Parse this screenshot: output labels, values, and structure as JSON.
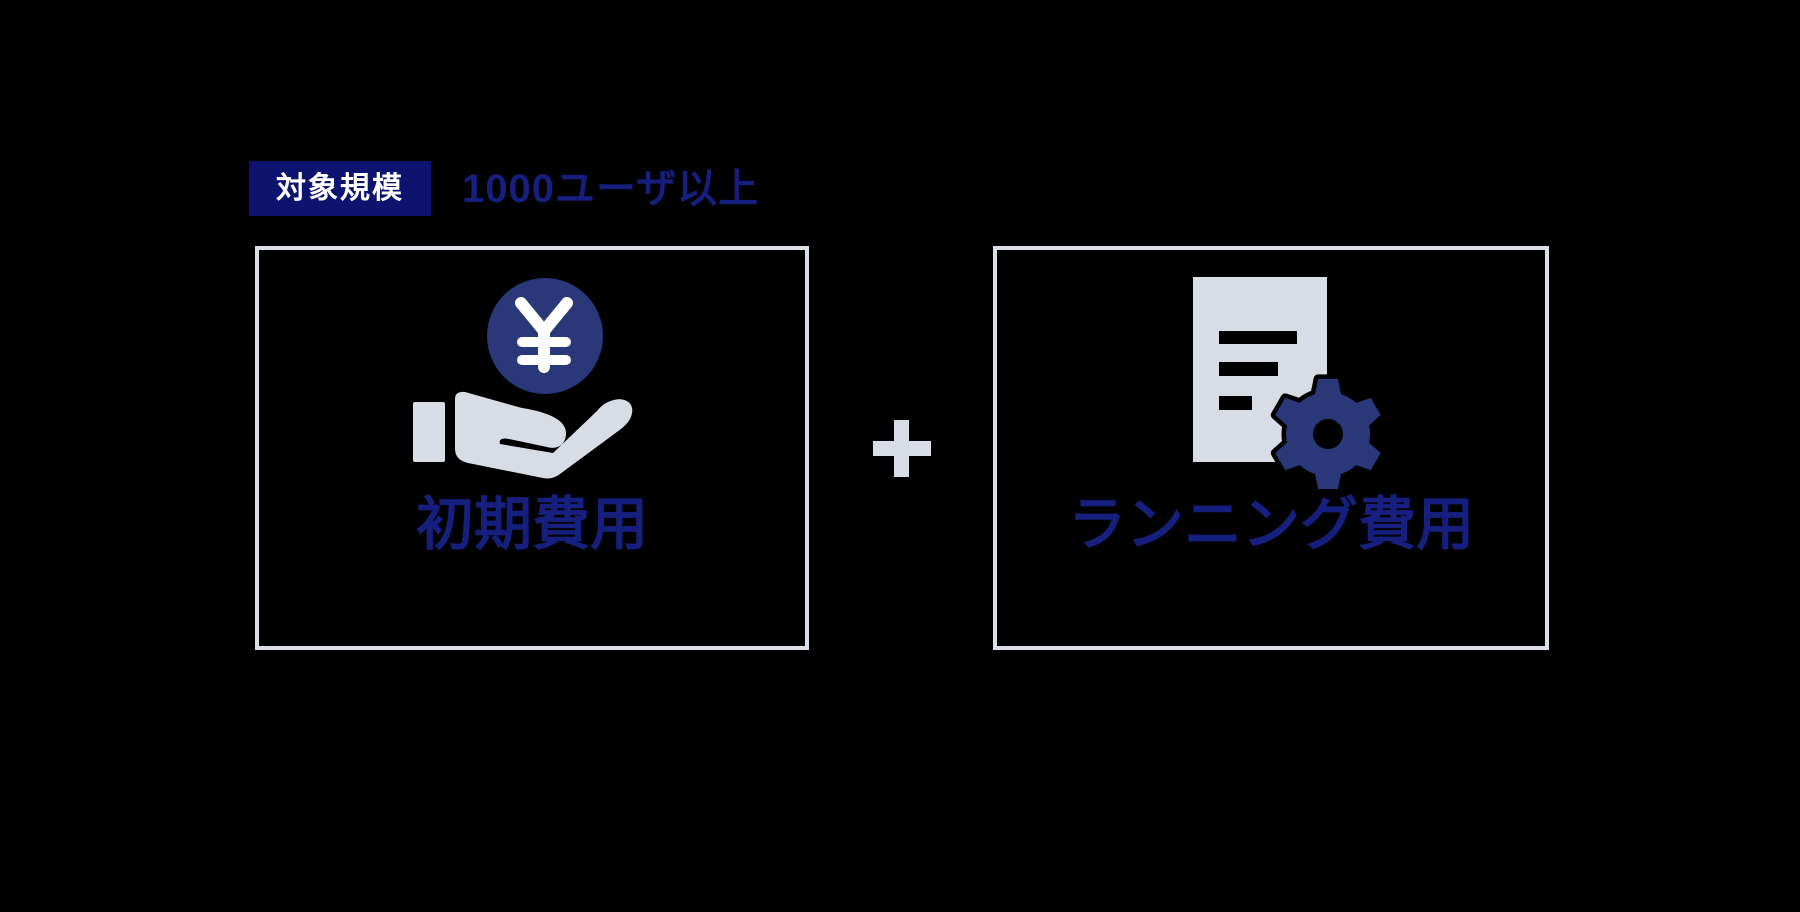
{
  "badge": {
    "label": "対象規模"
  },
  "subtitle": "1000ユーザ以上",
  "plus_symbol": "+",
  "cards": [
    {
      "title": "初期費用",
      "icon": "hand-holding-yen-coin-icon"
    },
    {
      "title": "ランニング費用",
      "icon": "document-with-gear-icon"
    }
  ],
  "colors": {
    "background": "#000000",
    "badge_bg": "#0D146F",
    "badge_text": "#FFFFFF",
    "heading": "#161F7D",
    "icon_navy": "#2A3779",
    "icon_gray": "#D7DCE5",
    "card_border": "#DADEE7",
    "yen_glyph": "#FFFFFF",
    "doc_line": "#000000"
  }
}
